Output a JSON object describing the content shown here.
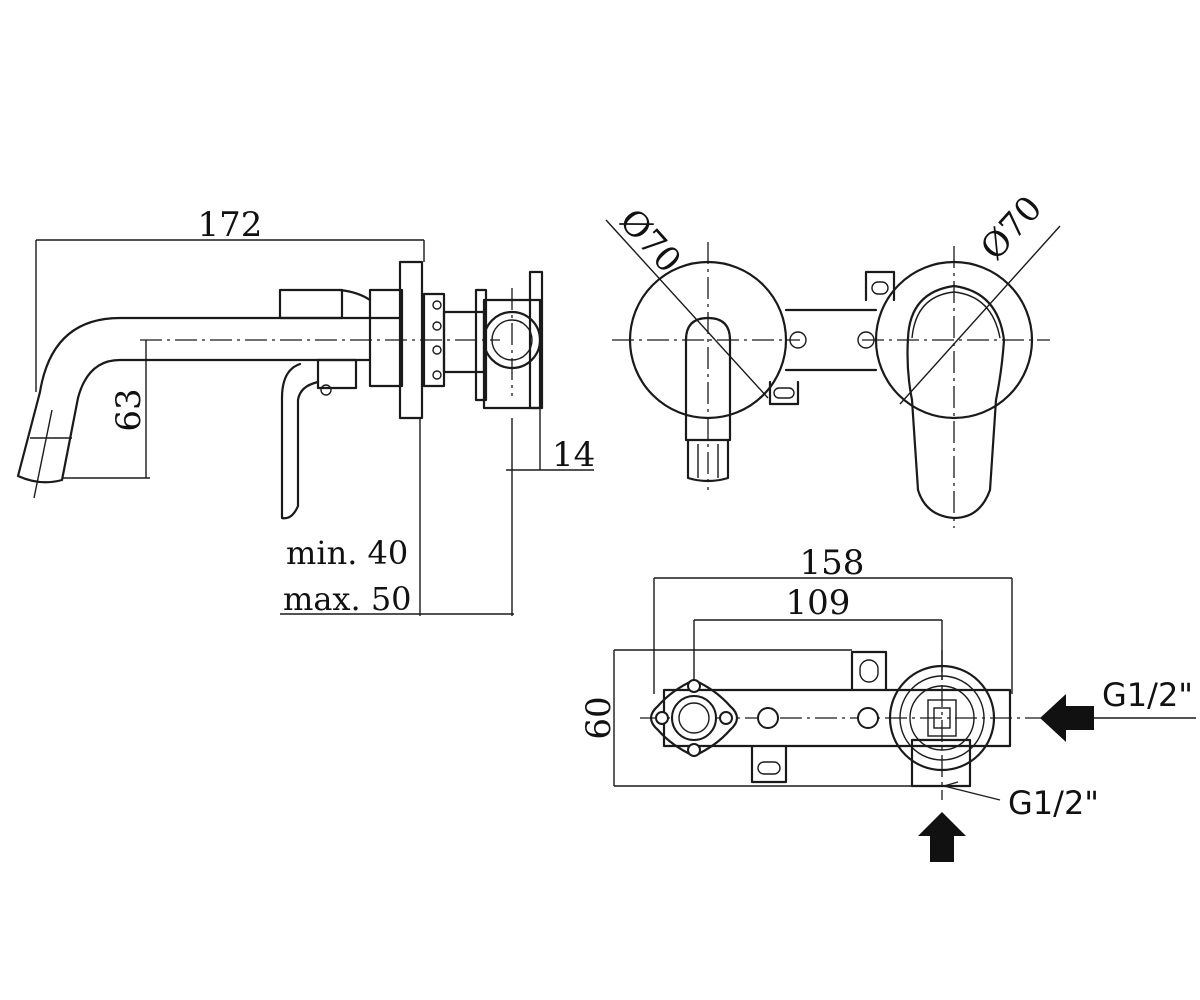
{
  "dimensions": {
    "spout_length": "172",
    "spout_height": "63",
    "wall_offset": "14",
    "min_depth": "min. 40",
    "max_depth": "max. 50",
    "plate_diameter_left": "Ø70",
    "plate_diameter_right": "Ø70",
    "body_length": "158",
    "inlet_spacing": "109",
    "body_height": "60"
  },
  "connections": {
    "side_inlet": "G1/2\"",
    "bottom_inlet": "G1/2\""
  },
  "colors": {
    "line": "#1a1a1a",
    "background": "#ffffff"
  }
}
